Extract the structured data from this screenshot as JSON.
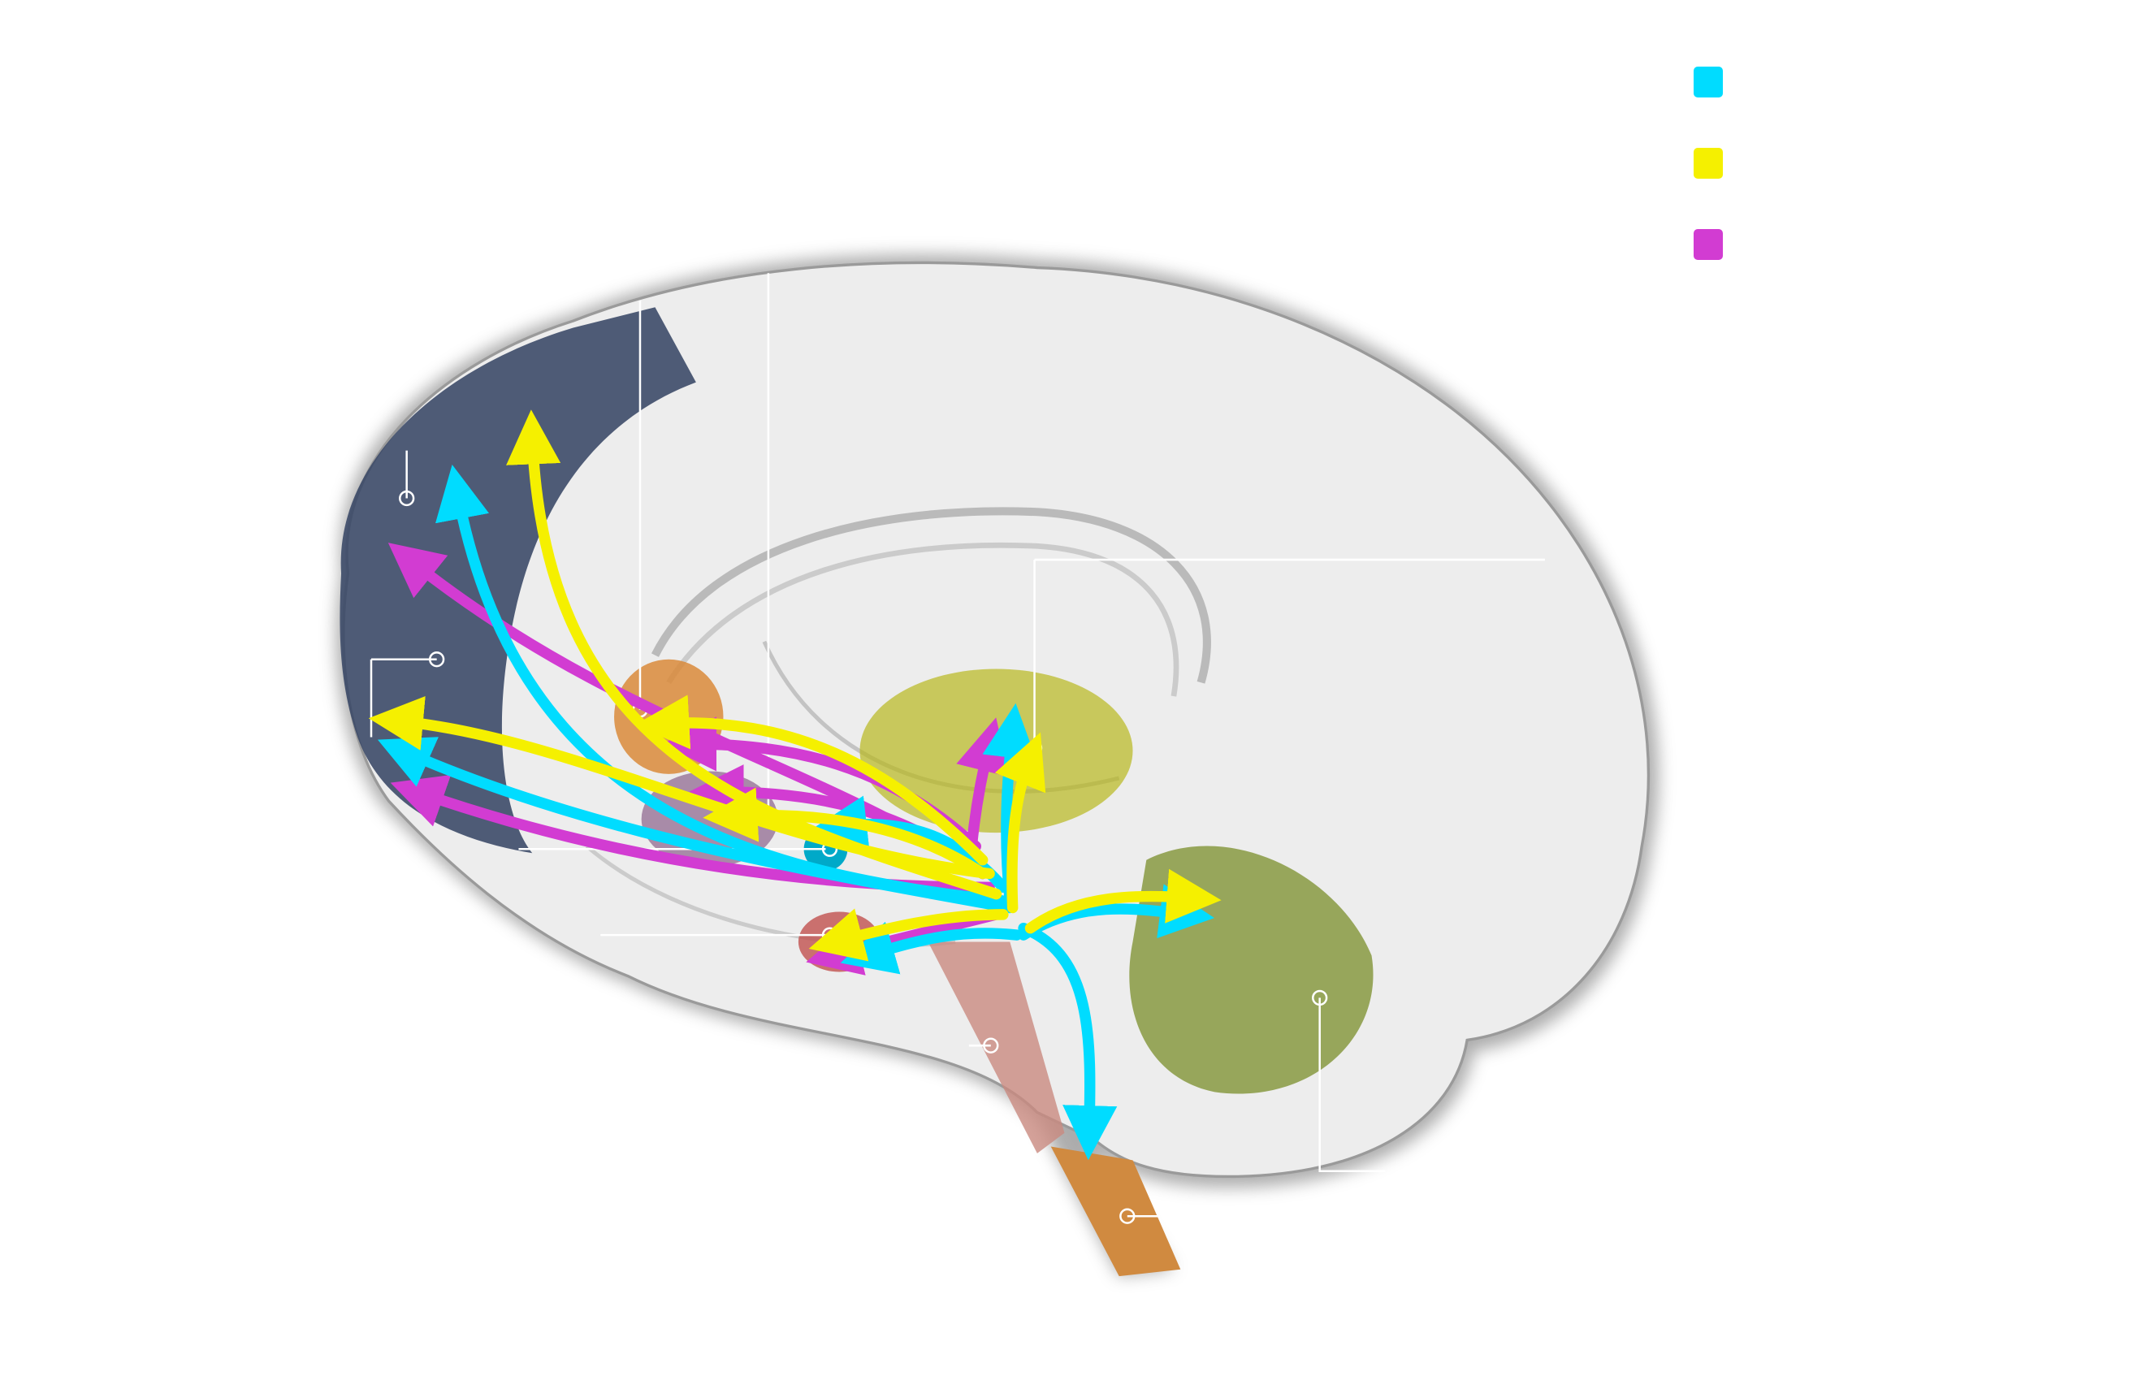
{
  "legend": [
    {
      "id": "pathway-1",
      "color": "#00dcff"
    },
    {
      "id": "pathway-2",
      "color": "#f5f000"
    },
    {
      "id": "pathway-3",
      "color": "#d23cd2"
    }
  ],
  "regions": {
    "prefrontal": "#3c4a68",
    "striatum": "#d98a3a",
    "thalamus": "#b8b81e",
    "cerebellum": "#7a8e2a",
    "amygdala": "#7a4a7a",
    "accumbens": "#00a9c8",
    "hippocampus": "#c0504d",
    "brainstem": "#c98a80",
    "spinal": "#d08a40"
  }
}
